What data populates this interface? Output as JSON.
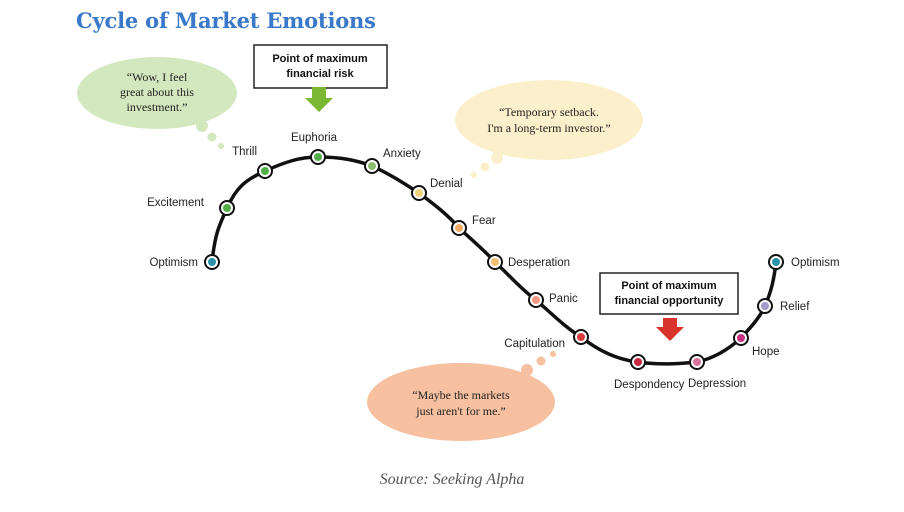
{
  "title": "Cycle of Market Emotions",
  "source": "Source: Seeking Alpha",
  "stages": [
    {
      "label": "Optimism",
      "color": "#2a93a8"
    },
    {
      "label": "Excitement",
      "color": "#52ae47"
    },
    {
      "label": "Thrill",
      "color": "#52ae47"
    },
    {
      "label": "Euphoria",
      "color": "#52ae47"
    },
    {
      "label": "Anxiety",
      "color": "#8cbc6e"
    },
    {
      "label": "Denial",
      "color": "#f0d27a"
    },
    {
      "label": "Fear",
      "color": "#f2ac66"
    },
    {
      "label": "Desperation",
      "color": "#f0c070"
    },
    {
      "label": "Panic",
      "color": "#ef9a82"
    },
    {
      "label": "Capitulation",
      "color": "#d83b3b"
    },
    {
      "label": "Despondency",
      "color": "#c8283d"
    },
    {
      "label": "Depression",
      "color": "#d6749c"
    },
    {
      "label": "Hope",
      "color": "#c92f80"
    },
    {
      "label": "Relief",
      "color": "#a39ac9"
    },
    {
      "label": "Optimism",
      "color": "#2a93a8"
    }
  ],
  "callouts": {
    "risk": {
      "line1": "Point of maximum",
      "line2": "financial risk",
      "arrow_color": "#7ab833"
    },
    "opportunity": {
      "line1": "Point of maximum",
      "line2": "financial opportunity",
      "arrow_color": "#d8342b"
    }
  },
  "bubbles": {
    "euphoria": {
      "lines": [
        "“Wow, I feel",
        "great about this",
        "investment.”"
      ],
      "color": "#d4e8bf"
    },
    "denial": {
      "lines": [
        "“Temporary setback.",
        "I'm a long-term investor.”"
      ],
      "color": "#fcf0cc"
    },
    "capitulation": {
      "lines": [
        "“Maybe the markets",
        "just aren't for me.”"
      ],
      "color": "#f7c0a0"
    }
  }
}
